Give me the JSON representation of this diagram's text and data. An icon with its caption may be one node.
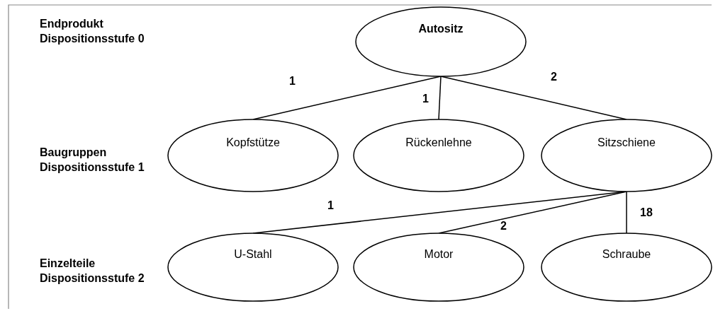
{
  "diagram": {
    "nodes": [
      {
        "text": [
          "Autositz"
        ]
      },
      {
        "text": [
          "Kopfstütze"
        ]
      },
      {
        "text": [
          "Rückenlehne"
        ]
      },
      {
        "text": [
          "Sitzschiene"
        ]
      },
      {
        "text": [
          "U-Stahl"
        ]
      },
      {
        "text": [
          "Motor"
        ]
      },
      {
        "text": [
          "Schraube"
        ]
      }
    ],
    "edges": [
      {
        "from": 0,
        "to": 1,
        "arrow": "none",
        "label": "1"
      },
      {
        "from": 0,
        "to": 2,
        "arrow": "none",
        "label": "1"
      },
      {
        "from": 0,
        "to": 3,
        "arrow": "none",
        "label": "2"
      },
      {
        "from": 3,
        "to": 4,
        "arrow": "none",
        "label": "1"
      },
      {
        "from": 3,
        "to": 5,
        "arrow": "none",
        "label": "2"
      },
      {
        "from": 3,
        "to": 6,
        "arrow": "none",
        "label": "18"
      }
    ],
    "labels": [
      "Endprodukt Dispositionsstufe 0",
      "Baugruppen Dispositionsstufe 1",
      "Einzelteile Dispositionsstufe 2"
    ]
  }
}
